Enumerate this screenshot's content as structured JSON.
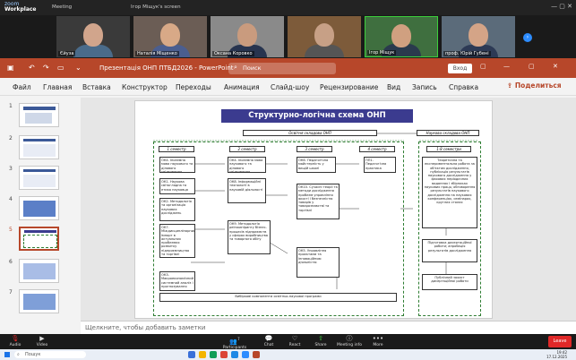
{
  "zoom": {
    "app_name": "zoom",
    "app_sub": "Workplace",
    "tab_meeting": "Meeting",
    "tab_share": "Ігор Міщук's screen",
    "participants": [
      {
        "name": "Єйуза"
      },
      {
        "name": "Наталія Міщенко"
      },
      {
        "name": "Оксана Коровко"
      },
      {
        "name": ""
      },
      {
        "name": "Ігор Міщук"
      },
      {
        "name": "проф. Юрій Губені"
      }
    ],
    "toolbar": {
      "audio": "Audio",
      "video": "Video",
      "participants": "Participants",
      "participants_count": "7",
      "chat": "Chat",
      "react": "React",
      "share": "Share",
      "meeting_info": "Meeting info",
      "more": "More",
      "leave": "Leave"
    }
  },
  "ppt": {
    "file_title": "Презентація ОНП ПТБД2026  -  PowerPoint",
    "search_placeholder": "Поиск",
    "signin_label": "Вход",
    "menu": [
      "Файл",
      "Главная",
      "Вставка",
      "Конструктор",
      "Переходы",
      "Анимация",
      "Слайд-шоу",
      "Рецензирование",
      "Вид",
      "Запись",
      "Справка"
    ],
    "share_label": "Поделиться",
    "slide_numbers": [
      "1",
      "2",
      "3",
      "4",
      "5",
      "6",
      "7"
    ],
    "selected_slide": "5",
    "notes_placeholder": "Щелкните, чтобы добавить заметки"
  },
  "slide": {
    "title": "Структурно-логічна схема ОНП",
    "band_edu": "Освітня складова ОНП",
    "band_sci": "Наукова складова ОНП",
    "semesters": [
      "1 семестр",
      "2 семестр",
      "3 семестр",
      "4 семестр",
      "1-8 семестри"
    ],
    "boxes": {
      "ok4a": "ОК4. Іноземна мова наукового та ділового спілкування",
      "ok4b": "ОК4. Іноземна мова наукового та ділового спілкування",
      "ok6": "ОК6. Педагогічна майстерність у вищій школі",
      "pp1": "ПП1. Педагогічна практика",
      "ok1": "ОК1. Наукова світоглядна та етика науковця",
      "ok8": "ОК8. Інформаційні технології в науковій діяльності",
      "ok10": "ОК10. Сучасні теорії та методи дослідження проблем управління якості і безпечністю товарів у товарознавстві та торгівлі",
      "ok2": "ОК2. Методологія та організація наукових досліджень",
      "ok7": "ОК7. Міждисциплінарний імпорт в актуальних проблемах розвитку підприємництва та торгівлі",
      "ok9": "ОК9. Методологія реінжинірингу бізнес-процесів підприємств у сферах виробництва та товарного обігу",
      "ok5": "ОК5. Управління проєктами та інноваційною діяльністю",
      "ok3": "ОК3. Макроекономічний системний аналіз і прогнозування",
      "elective": "Вибіркові компоненти освітньо-наукової програми",
      "sci1": "Теоретична та експериментальна робота за об'єктом дослідження, публікація результатів наукового дослідження у фахових періодичних виданнях і збірниках наукових праць; обговорення результатів наукового дослідження на наукових конференціях, семінарах, круглих столах",
      "sci2": "Підготовка дисертаційної роботи; апробація результатів дослідження",
      "sci3": "Публічний захист дисертаційної роботи"
    }
  },
  "taskbar": {
    "search_placeholder": "Пошук",
    "time": "19:42",
    "date": "17.12.2025"
  }
}
